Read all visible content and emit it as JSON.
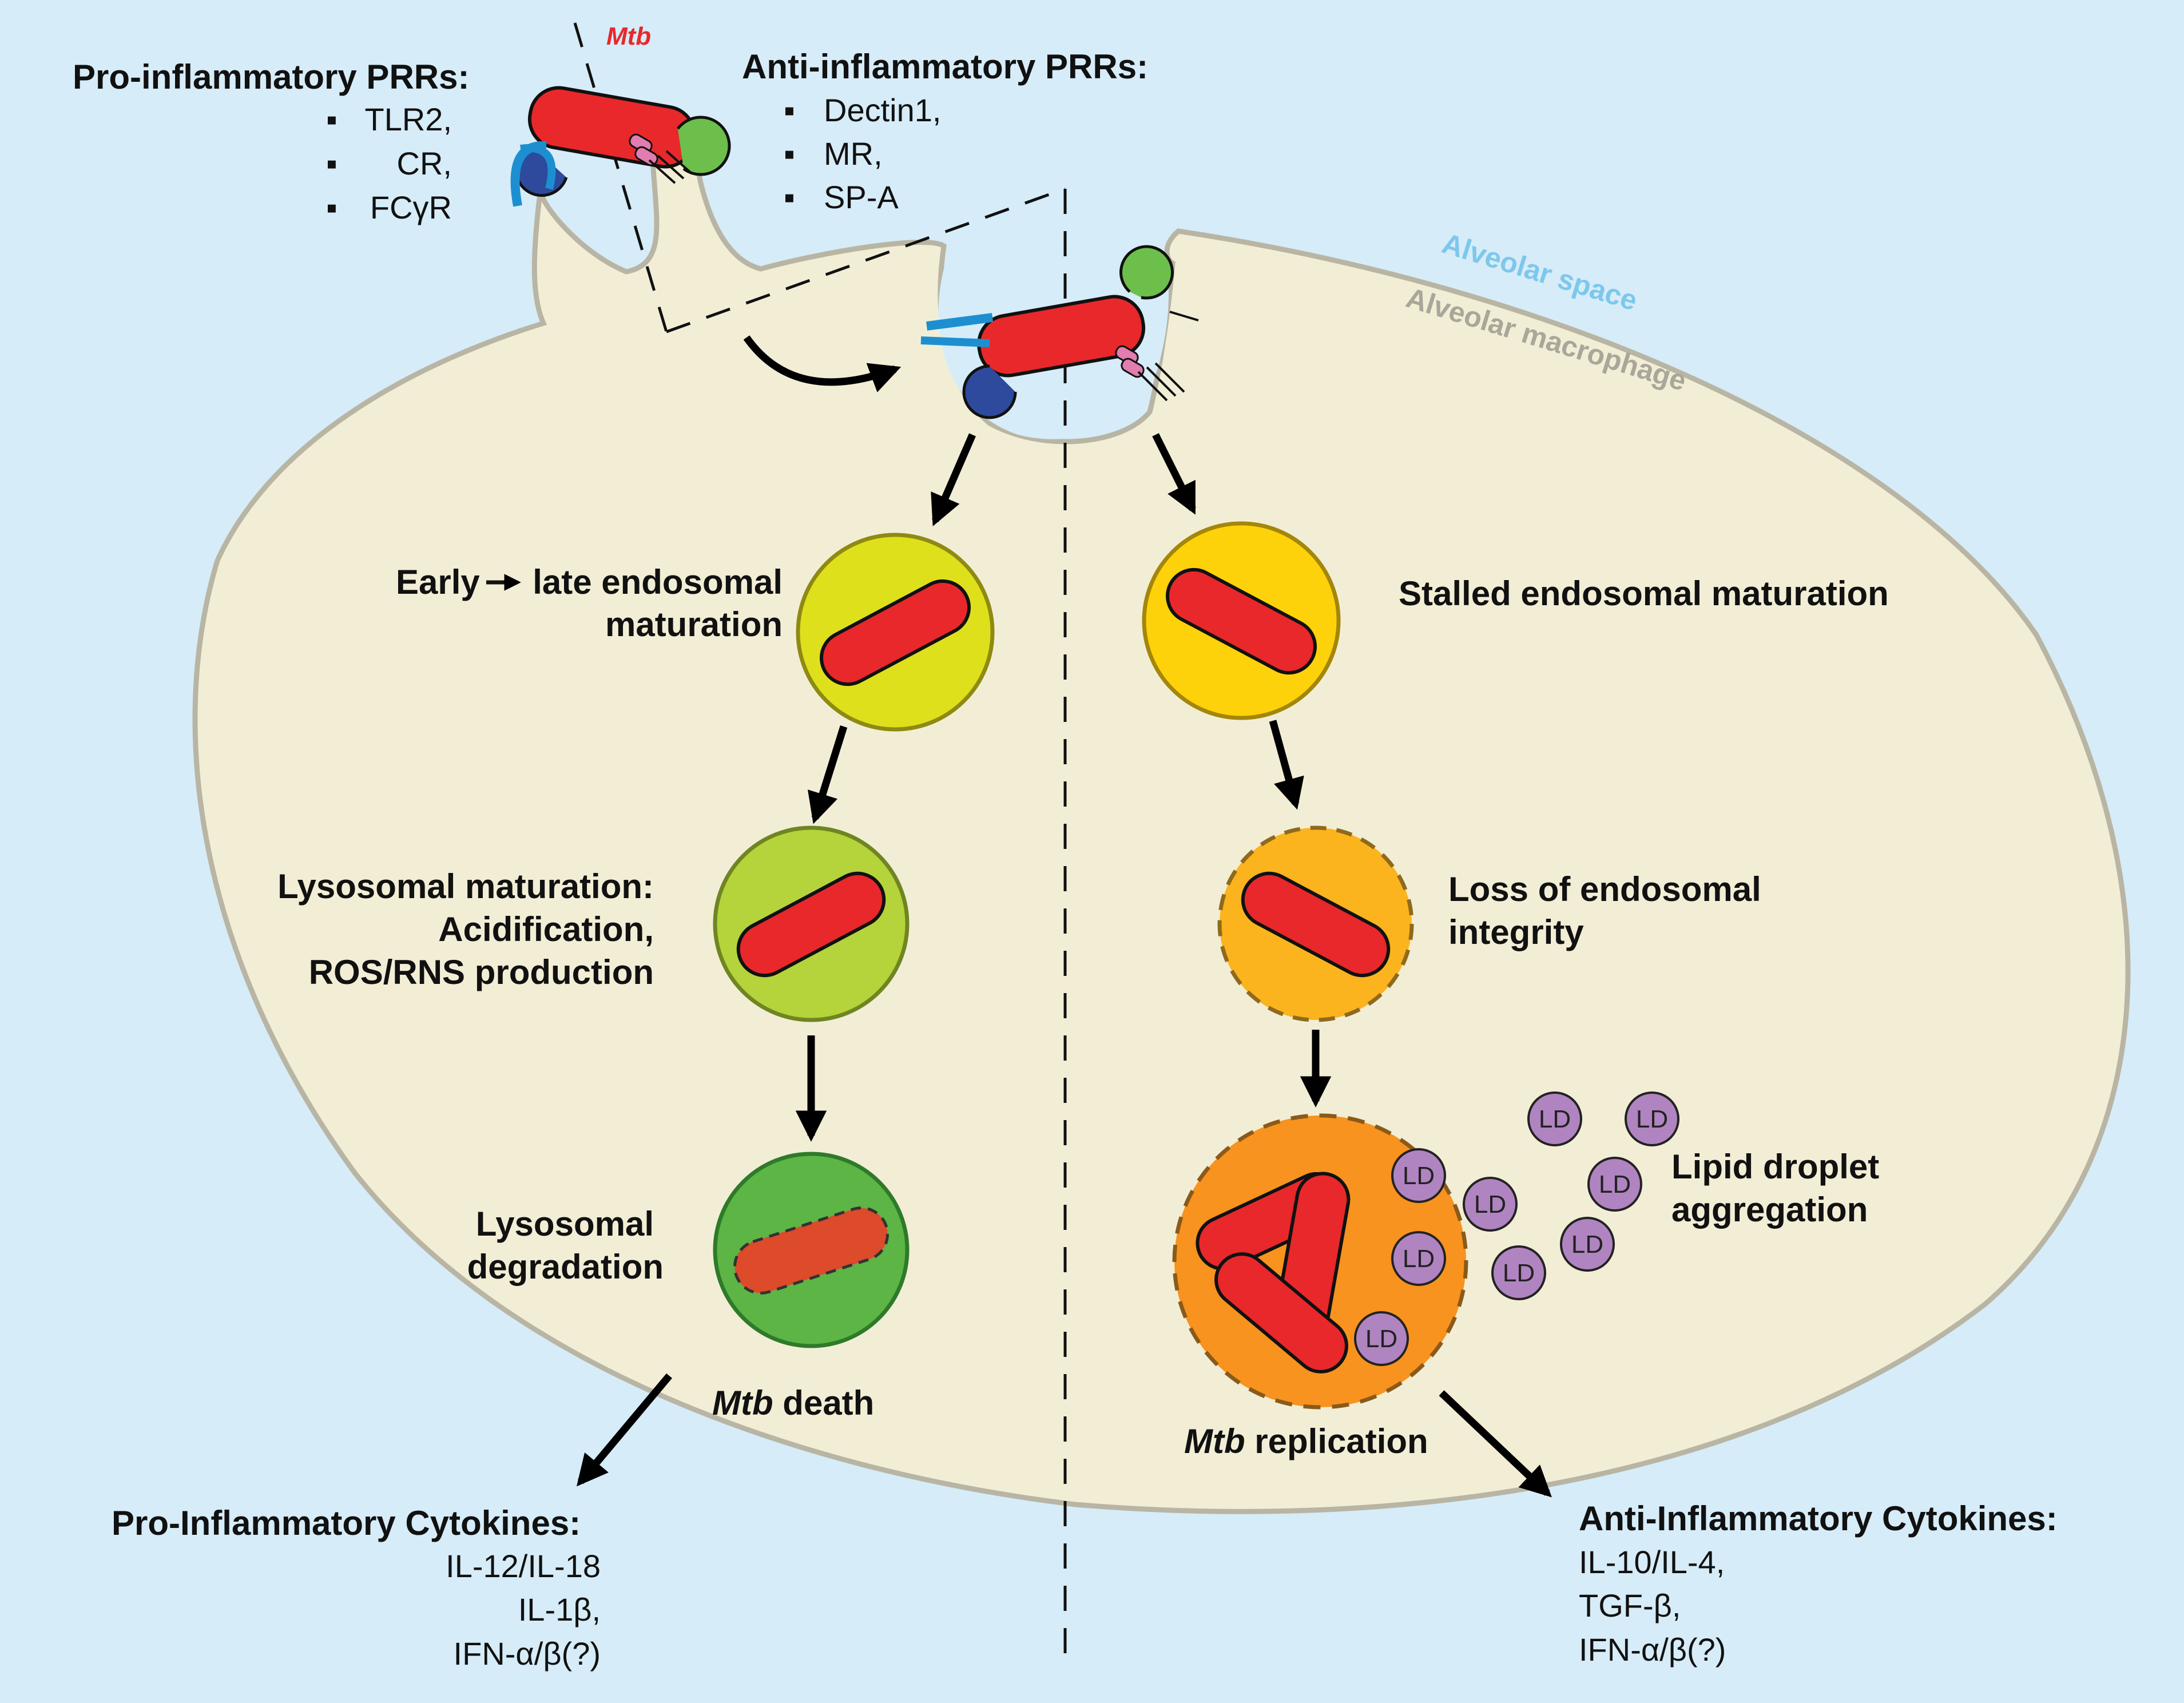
{
  "mtb_label": "Mtb",
  "pro_prrs": {
    "title": "Pro-inflammatory PRRs:",
    "items": [
      "TLR2,",
      "CR,",
      "FCγR"
    ]
  },
  "anti_prrs": {
    "title": "Anti-inflammatory PRRs:",
    "items": [
      "Dectin1,",
      "MR,",
      "SP-A"
    ]
  },
  "alveolar_space": "Alveolar space",
  "alveolar_macrophage": "Alveolar macrophage",
  "left_path": {
    "step1": [
      "Early",
      "late endosomal",
      "maturation"
    ],
    "step2": [
      "Lysosomal maturation:",
      "Acidification,",
      "ROS/RNS production"
    ],
    "step3": [
      "Lysosomal",
      "degradation"
    ],
    "outcome_italic": "Mtb",
    "outcome": " death"
  },
  "right_path": {
    "step1": "Stalled endosomal maturation",
    "step2": [
      "Loss of endosomal",
      "integrity"
    ],
    "step3": [
      "Lipid droplet",
      "aggregation"
    ],
    "outcome_italic": "Mtb",
    "outcome": " replication",
    "ld_label": "LD"
  },
  "pro_cytokines": {
    "title": "Pro-Inflammatory Cytokines:",
    "items": [
      "IL-12/IL-18",
      "IL-1β,",
      "IFN-α/β(?)"
    ]
  },
  "anti_cytokines": {
    "title": "Anti-Inflammatory Cytokines:",
    "items": [
      "IL-10/IL-4,",
      "TGF-β,",
      "IFN-α/β(?)"
    ]
  },
  "colors": {
    "background": "#d6ecf8",
    "cell": "#f2eed6",
    "mtb": "#e8282b",
    "early_endosome": "#dfe01c",
    "lysosome": "#b5d33a",
    "degradation": "#5cb545",
    "stalled_endosome": "#fdd20a",
    "leaky_endosome": "#fbb41e",
    "replication_vacuole": "#f7931e",
    "lipid_droplet": "#b084c0"
  }
}
